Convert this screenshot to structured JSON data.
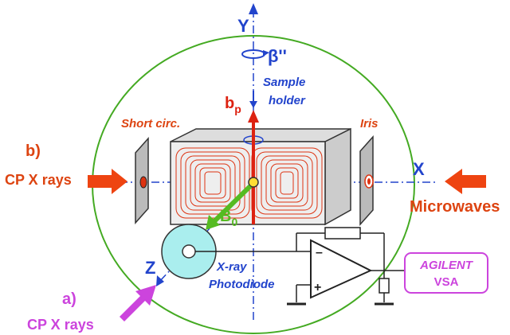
{
  "labels": {
    "y_axis": "Y",
    "x_axis": "X",
    "z_axis": "Z",
    "beta": "β''",
    "sample_line1": "Sample",
    "sample_line2": "holder",
    "bp_main": "b",
    "bp_sub": "p",
    "short_circ": "Short circ.",
    "iris": "Iris",
    "b_label": "b)",
    "b_cp_xrays": "CP X rays",
    "microwaves": "Microwaves",
    "b0_main": "B",
    "b0_sub": "0",
    "xray_line1": "X-ray",
    "xray_line2": "Photodiode",
    "a_label": "a)",
    "a_cp_xrays": "CP X rays",
    "agilent_line1": "AGILENT",
    "agilent_line2": "VSA",
    "opamp_minus": "–",
    "opamp_plus": "+"
  },
  "colors": {
    "axis_blue": "#2244cc",
    "label_orange": "#dd4411",
    "arrow_orange": "#ee4411",
    "circle_green": "#44aa22",
    "b0_green": "#55bb22",
    "purple": "#cc44dd",
    "coil_red": "#dd3311",
    "photodiode": "#aaeeee",
    "plate_gray": "#bbbbbb",
    "box_gray": "#cccccc"
  },
  "icons": {
    "rotation": "rotation-arrow-icon",
    "ground": "ground-icon",
    "opamp": "op-amp-triangle",
    "resistor": "resistor-icon"
  }
}
